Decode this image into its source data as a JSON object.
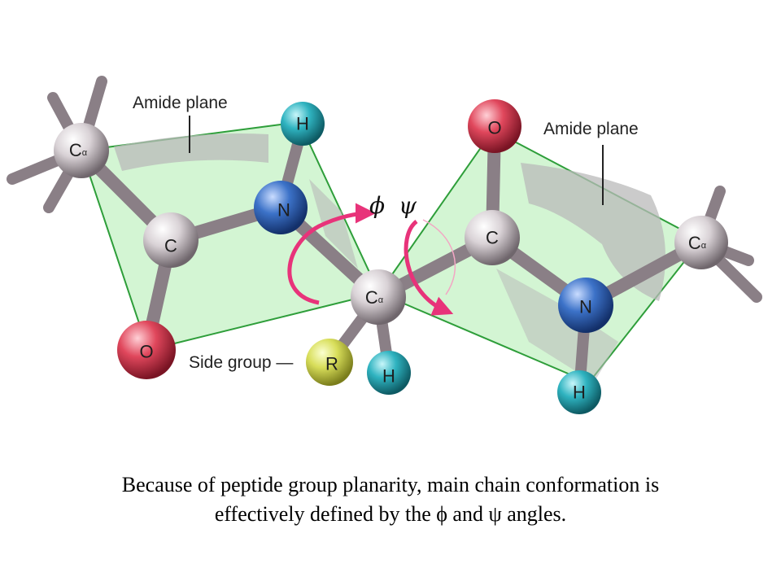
{
  "labels": {
    "amide_plane_left": "Amide plane",
    "amide_plane_right": "Amide plane",
    "side_group": "Side group —",
    "phi": "ϕ",
    "psi": "ψ"
  },
  "atoms": {
    "ca_left": {
      "symbol": "C",
      "sub": "α"
    },
    "c_left": {
      "symbol": "C"
    },
    "o_left": {
      "symbol": "O"
    },
    "n_left": {
      "symbol": "N"
    },
    "h_left": {
      "symbol": "H"
    },
    "ca_center": {
      "symbol": "C",
      "sub": "α"
    },
    "r_group": {
      "symbol": "R"
    },
    "h_center": {
      "symbol": "H"
    },
    "c_right": {
      "symbol": "C"
    },
    "o_right": {
      "symbol": "O"
    },
    "n_right": {
      "symbol": "N"
    },
    "h_right": {
      "symbol": "H"
    },
    "ca_right": {
      "symbol": "C",
      "sub": "α"
    }
  },
  "caption": {
    "line1": "Because of peptide group planarity, main chain conformation is",
    "line2": "effectively defined by the ϕ and ψ angles."
  },
  "colors": {
    "plane_fill": "#c8f2c8",
    "plane_edge": "#2e9e3a",
    "shadow": "#b9b9b9",
    "bond": "#8a7f86",
    "carbon": "#d9d2d6",
    "nitrogen": "#3c72c8",
    "oxygen": "#e0475c",
    "hydrogen": "#2fb3c0",
    "r_group": "#d8de5a",
    "arrow": "#e8337a"
  }
}
